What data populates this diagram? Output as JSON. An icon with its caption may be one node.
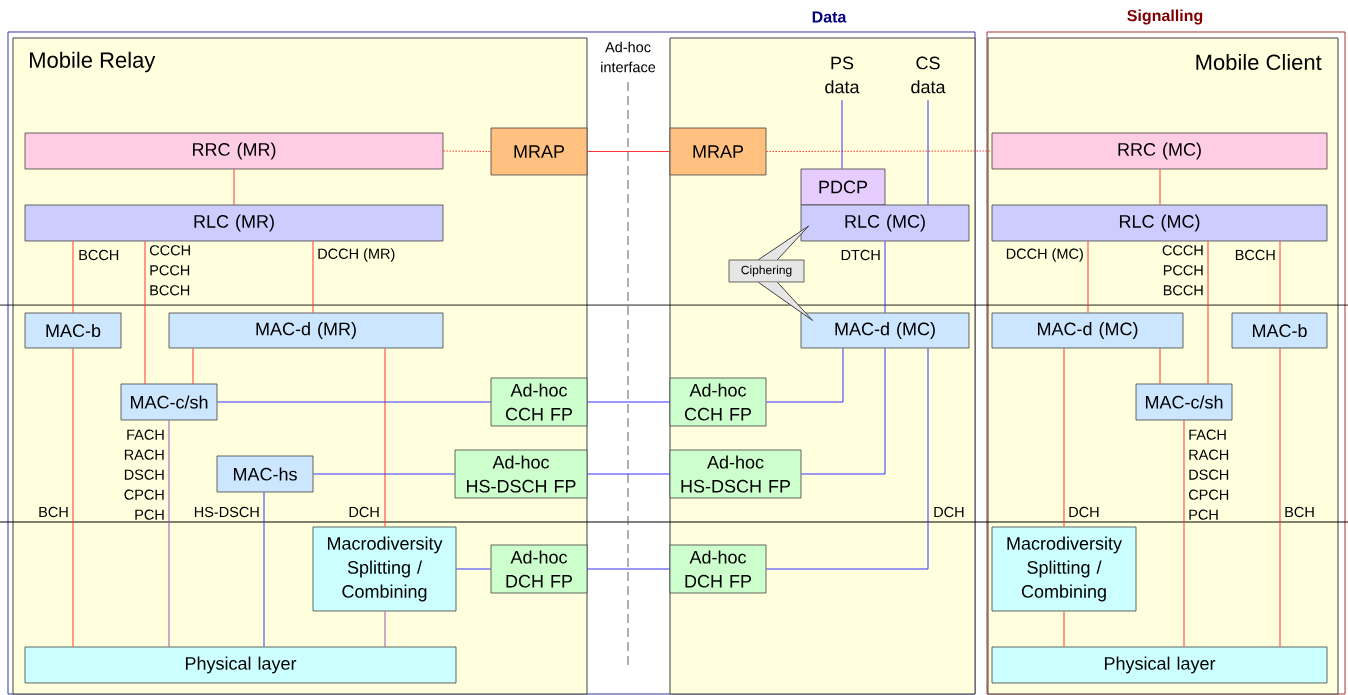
{
  "diagram": {
    "nodes": [
      {
        "text": [
          "Data"
        ]
      },
      {
        "text": [
          "Signalling"
        ]
      },
      {
        "text": [
          "Mobile Relay"
        ],
        "in": 0
      },
      {
        "text": [],
        "shape": "box",
        "in": 0
      },
      {
        "text": [
          "Mobile Client"
        ],
        "in": 1
      },
      {
        "text": [
          "RRC (MR)"
        ],
        "in": 2
      },
      {
        "text": [
          "MRAP"
        ],
        "in": 2
      },
      {
        "text": [
          "RLC (MR)"
        ],
        "in": 2
      },
      {
        "text": [
          "MAC-b"
        ],
        "in": 2
      },
      {
        "text": [
          "MAC-d (MR)"
        ],
        "in": 2
      },
      {
        "text": [
          "MAC-c/sh"
        ],
        "in": 2
      },
      {
        "text": [
          "MAC-hs"
        ],
        "in": 2
      },
      {
        "text": [
          "Macrodiversity Splitting / Combining"
        ],
        "in": 2
      },
      {
        "text": [
          "Physical layer"
        ],
        "in": 2
      },
      {
        "text": [
          "Ad-hoc CCH FP"
        ],
        "in": 2
      },
      {
        "text": [
          "Ad-hoc HS-DSCH FP"
        ],
        "in": 2
      },
      {
        "text": [
          "Ad-hoc DCH FP"
        ],
        "in": 2
      },
      {
        "text": [
          "MRAP"
        ],
        "in": 3
      },
      {
        "text": [
          "PS data"
        ],
        "in": 3
      },
      {
        "text": [
          "CS data"
        ],
        "in": 3
      },
      {
        "text": [
          "PDCP"
        ],
        "in": 3
      },
      {
        "text": [
          "RLC (MC)"
        ],
        "in": 3
      },
      {
        "text": [
          "Ciphering"
        ],
        "in": 3
      },
      {
        "text": [
          "MAC-d (MC)"
        ],
        "in": 3
      },
      {
        "text": [
          "Ad-hoc CCH FP"
        ],
        "in": 3
      },
      {
        "text": [
          "Ad-hoc HS-DSCH FP"
        ],
        "in": 3
      },
      {
        "text": [
          "Ad-hoc DCH FP"
        ],
        "in": 3
      },
      {
        "text": [
          "RRC (MC)"
        ],
        "in": 4
      },
      {
        "text": [
          "RLC (MC)"
        ],
        "in": 4
      },
      {
        "text": [
          "MAC-d (MC)"
        ],
        "in": 4
      },
      {
        "text": [
          "MAC-b"
        ],
        "in": 4
      },
      {
        "text": [
          "MAC-c/sh"
        ],
        "in": 4
      },
      {
        "text": [
          "Macrodiversity Splitting / Combining"
        ],
        "in": 4
      },
      {
        "text": [
          "Physical layer"
        ],
        "in": 4
      }
    ],
    "edges": [
      {
        "from": 5,
        "to": 7,
        "arrow": "none"
      },
      {
        "from": 7,
        "to": 8,
        "arrow": "none",
        "label": "BCCH"
      },
      {
        "from": 7,
        "to": 10,
        "arrow": "none",
        "label": "CCCH PCCH BCCH"
      },
      {
        "from": 7,
        "to": 9,
        "arrow": "none",
        "label": "DCCH (MR)"
      },
      {
        "from": 9,
        "to": 10,
        "arrow": "none"
      },
      {
        "from": 9,
        "to": 12,
        "arrow": "none",
        "label": "DCH"
      },
      {
        "from": 8,
        "to": 13,
        "arrow": "none",
        "label": "BCH"
      },
      {
        "from": 10,
        "to": 13,
        "arrow": "none",
        "label": "FACH RACH DSCH CPCH PCH",
        "color": "#a050b0"
      },
      {
        "from": 11,
        "to": 13,
        "arrow": "none",
        "label": "HS-DSCH",
        "color": "#3333ff"
      },
      {
        "from": 12,
        "to": 13,
        "arrow": "none",
        "color": "#a050b0"
      },
      {
        "from": 10,
        "to": 14,
        "arrow": "none",
        "color": "#3333ff"
      },
      {
        "from": 11,
        "to": 15,
        "arrow": "none",
        "color": "#3333ff"
      },
      {
        "from": 12,
        "to": 16,
        "arrow": "none",
        "color": "#3333ff"
      },
      {
        "from": 6,
        "to": 17,
        "arrow": "none"
      },
      {
        "from": 14,
        "to": 24,
        "arrow": "none",
        "color": "#3333ff"
      },
      {
        "from": 15,
        "to": 25,
        "arrow": "none",
        "color": "#3333ff"
      },
      {
        "from": 16,
        "to": 26,
        "arrow": "none",
        "color": "#3333ff"
      },
      {
        "from": 5,
        "to": 6,
        "arrow": "none",
        "style": "dashed"
      },
      {
        "from": 17,
        "to": 27,
        "arrow": "none",
        "style": "dashed"
      },
      {
        "from": 18,
        "to": 20,
        "arrow": "none",
        "color": "#3333ff"
      },
      {
        "from": 19,
        "to": 21,
        "arrow": "none",
        "color": "#3333ff"
      },
      {
        "from": 21,
        "to": 23,
        "arrow": "none",
        "label": "DTCH",
        "color": "#3333ff"
      },
      {
        "from": 23,
        "to": 24,
        "arrow": "none",
        "color": "#3333ff"
      },
      {
        "from": 23,
        "to": 25,
        "arrow": "none",
        "color": "#3333ff"
      },
      {
        "from": 23,
        "to": 26,
        "arrow": "none",
        "label": "DCH",
        "color": "#3333ff"
      },
      {
        "from": 22,
        "to": 21,
        "arrow": "none",
        "color": "#404040"
      },
      {
        "from": 22,
        "to": 23,
        "arrow": "none",
        "color": "#404040"
      },
      {
        "from": 27,
        "to": 28,
        "arrow": "none"
      },
      {
        "from": 28,
        "to": 29,
        "arrow": "none",
        "label": "DCCH (MC)"
      },
      {
        "from": 28,
        "to": 31,
        "arrow": "none",
        "label": "CCCH PCCH BCCH"
      },
      {
        "from": 28,
        "to": 30,
        "arrow": "none",
        "label": "BCCH"
      },
      {
        "from": 29,
        "to": 31,
        "arrow": "none"
      },
      {
        "from": 29,
        "to": 32,
        "arrow": "none",
        "label": "DCH"
      },
      {
        "from": 31,
        "to": 33,
        "arrow": "none",
        "label": "FACH RACH DSCH CPCH PCH"
      },
      {
        "from": 30,
        "to": 33,
        "arrow": "none",
        "label": "BCH"
      },
      {
        "from": 32,
        "to": 33,
        "arrow": "none"
      }
    ],
    "labels": [
      "Ad-hoc interface"
    ]
  }
}
